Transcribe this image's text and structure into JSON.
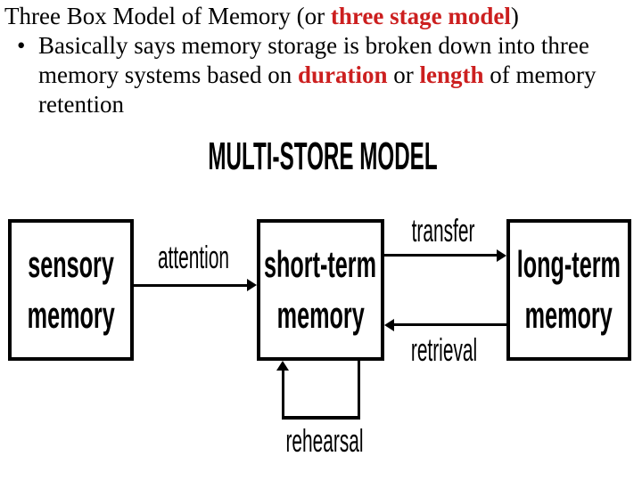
{
  "colors": {
    "accent_red": "#cc1f1f",
    "ink": "#000000",
    "background": "#ffffff"
  },
  "header": {
    "title_segments": [
      {
        "text": "Three Box Model of Memory (or ",
        "style": "normal"
      },
      {
        "text": "three stage model",
        "style": "red-bold"
      },
      {
        "text": ")",
        "style": "normal"
      }
    ],
    "bullet_char": "•",
    "bullet_lines": [
      [
        {
          "text": "Basically says memory storage is broken down into three",
          "style": "normal"
        }
      ],
      [
        {
          "text": "memory systems based on ",
          "style": "normal"
        },
        {
          "text": "duration",
          "style": "red-bold"
        },
        {
          "text": " or ",
          "style": "normal"
        },
        {
          "text": "length",
          "style": "red-bold"
        },
        {
          "text": " of memory",
          "style": "normal"
        }
      ],
      [
        {
          "text": "retention",
          "style": "normal"
        }
      ]
    ]
  },
  "diagram": {
    "title": "MULTI-STORE MODEL",
    "boxes": {
      "sensory": {
        "line1": "sensory",
        "line2": "memory"
      },
      "short_term": {
        "line1": "short-term",
        "line2": "memory"
      },
      "long_term": {
        "line1": "long-term",
        "line2": "memory"
      }
    },
    "labels": {
      "attention": "attention",
      "transfer": "transfer",
      "retrieval": "retrieval",
      "rehearsal": "rehearsal"
    }
  }
}
